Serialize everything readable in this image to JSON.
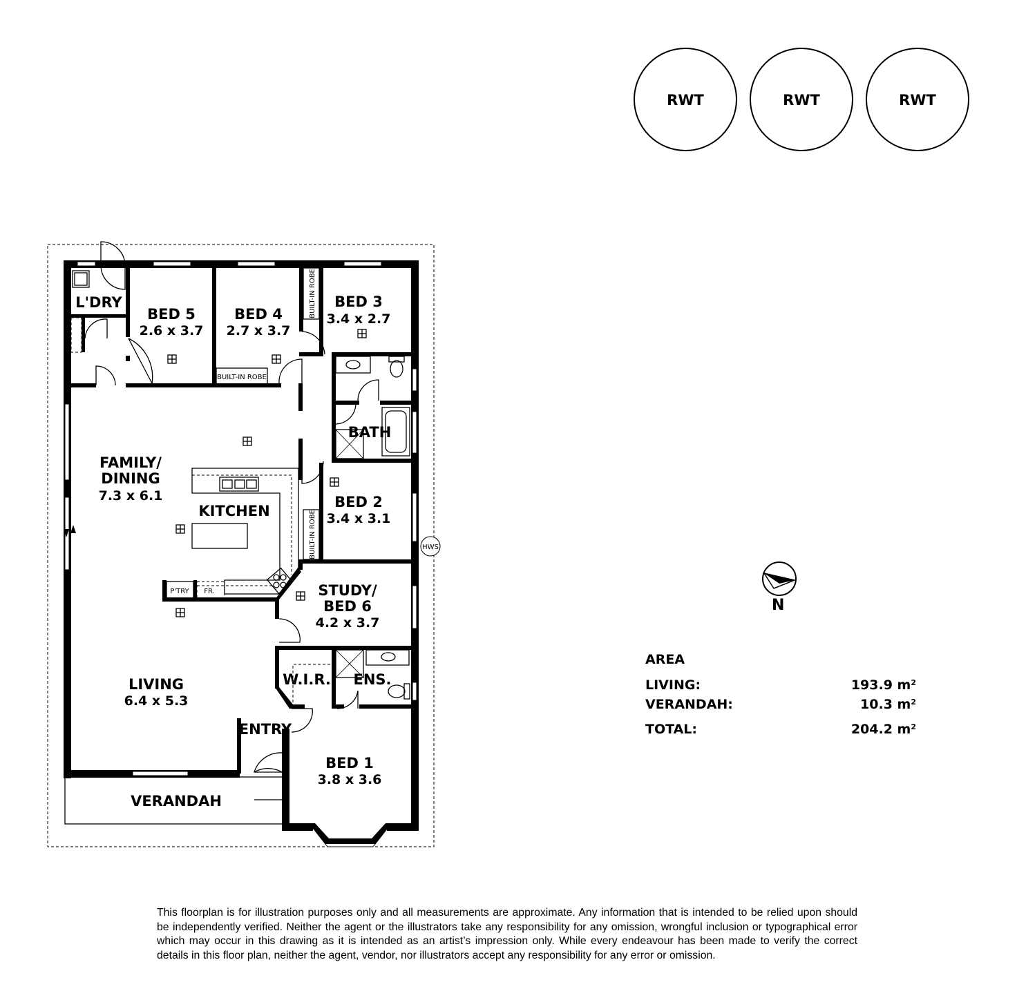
{
  "tanks": [
    {
      "label": "RWT"
    },
    {
      "label": "RWT"
    },
    {
      "label": "RWT"
    }
  ],
  "rooms": {
    "laundry": {
      "name": "L'DRY"
    },
    "bed5": {
      "name": "BED 5",
      "dims": "2.6 x 3.7"
    },
    "bed4": {
      "name": "BED 4",
      "dims": "2.7 x 3.7"
    },
    "bed3": {
      "name": "BED 3",
      "dims": "3.4 x 2.7"
    },
    "bath": {
      "name": "BATH"
    },
    "family_dining": {
      "name_line1": "FAMILY/",
      "name_line2": "DINING",
      "dims": "7.3 x 6.1"
    },
    "kitchen": {
      "name": "KITCHEN"
    },
    "bed2": {
      "name": "BED 2",
      "dims": "3.4 x 3.1"
    },
    "study": {
      "name_line1": "STUDY/",
      "name_line2": "BED 6",
      "dims": "4.2 x 3.7"
    },
    "wir": {
      "name": "W.I.R."
    },
    "ens": {
      "name": "ENS."
    },
    "living": {
      "name": "LIVING",
      "dims": "6.4 x 5.3"
    },
    "entry": {
      "name": "ENTRY"
    },
    "bed1": {
      "name": "BED 1",
      "dims": "3.8 x 3.6"
    },
    "verandah": {
      "name": "VERANDAH"
    }
  },
  "fixtures": {
    "robe_bed4": "BUILT-IN ROBE",
    "robe_bed3": "BUILT-IN ROBE",
    "robe_bed2": "BUILT-IN ROBE",
    "pantry": "P'TRY",
    "fridge": "FR.",
    "hws": "HWS"
  },
  "compass": {
    "label": "N"
  },
  "area": {
    "heading": "AREA",
    "rows": [
      {
        "label": "LIVING:",
        "value": "193.9 m",
        "unit_sup": "2"
      },
      {
        "label": "VERANDAH:",
        "value": "10.3 m",
        "unit_sup": "2"
      }
    ],
    "total": {
      "label": "TOTAL:",
      "value": "204.2 m",
      "unit_sup": "2"
    }
  },
  "disclaimer": "This floorplan is for illustration purposes only and all measurements are approximate. Any information that is intended to be relied upon should be independently verified. Neither the agent or the illustrators take any responsibility for any omission, wrongful inclusion or typographical error which may occur in this drawing as it is intended as an artist’s impression only. While every endeavour has been made to verify the correct details in this floor plan, neither the agent, vendor, nor illustrators accept any responsibility for any error or omission."
}
